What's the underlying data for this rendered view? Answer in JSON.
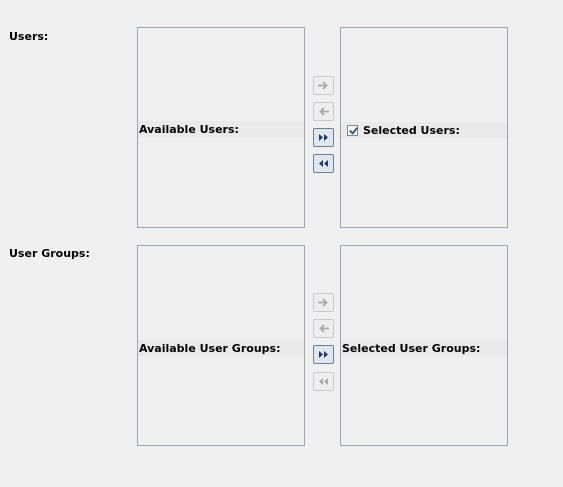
{
  "users": {
    "label": "Users:",
    "available_header": "Available Users:",
    "selected_header": "Selected Users:",
    "selected_checkbox_checked": true
  },
  "user_groups": {
    "label": "User Groups:",
    "available_header": "Available User Groups:",
    "selected_header": "Selected User Groups:"
  },
  "icons": {
    "move_right": "arrow-right-icon",
    "move_left": "arrow-left-icon",
    "move_all_right": "double-arrow-right-icon",
    "move_all_left": "double-arrow-left-icon"
  },
  "colors": {
    "background": "#f0f0f0",
    "list_border": "#9aa4b2",
    "header_band": "#eaeaea",
    "arrow_enabled": "#1f3a6b",
    "arrow_disabled": "#a9a9a9",
    "button_active_border": "#6a7f9a"
  }
}
